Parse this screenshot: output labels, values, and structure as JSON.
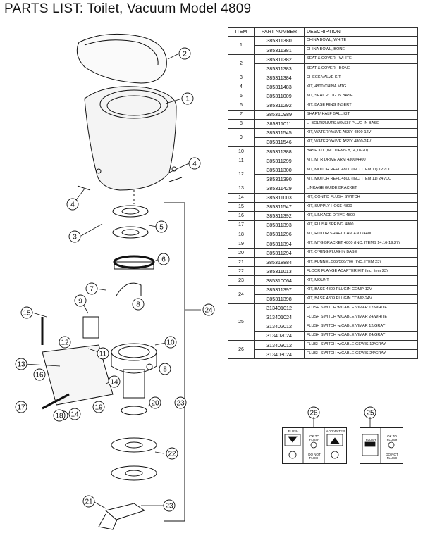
{
  "title": "PARTS LIST:  Toilet, Vacuum Model 4809",
  "table": {
    "headers": [
      "ITEM",
      "PART NUMBER",
      "DESCRIPTION"
    ],
    "groups": [
      {
        "item": "1",
        "rows": [
          [
            "385311380",
            "CHINA BOWL, WHITE"
          ],
          [
            "385311381",
            "CHINA BOWL, BONE"
          ]
        ]
      },
      {
        "item": "2",
        "rows": [
          [
            "385311382",
            "SEAT & COVER - WHITE"
          ],
          [
            "385311383",
            "SEAT & COVER - BONE"
          ]
        ]
      },
      {
        "item": "3",
        "rows": [
          [
            "385311384",
            "CHECK VALVE KIT"
          ]
        ]
      },
      {
        "item": "4",
        "rows": [
          [
            "385311483",
            "KIT, 4800 CHINA MTG"
          ]
        ]
      },
      {
        "item": "5",
        "rows": [
          [
            "385311009",
            "KIT, SEAL PLUG IN BASE"
          ]
        ]
      },
      {
        "item": "6",
        "rows": [
          [
            "385311292",
            "KIT, BASE RING INSERT"
          ]
        ]
      },
      {
        "item": "7",
        "rows": [
          [
            "385310989",
            "SHAFT/ HALF BALL KIT"
          ]
        ]
      },
      {
        "item": "8",
        "rows": [
          [
            "385311011",
            "L- BOLTS/NUTS /WASH/ PLUG IN BASE"
          ]
        ]
      },
      {
        "item": "9",
        "rows": [
          [
            "385311545",
            "KIT, WATER VALVE ASSY 4800-12V"
          ],
          [
            "385311546",
            "KIT, WATER VALVE ASSY 4800-24V"
          ]
        ]
      },
      {
        "item": "10",
        "rows": [
          [
            "385311388",
            "BASE KIT (INC ITEMS 8,14,18-20)"
          ]
        ]
      },
      {
        "item": "11",
        "rows": [
          [
            "385311299",
            "KIT, MTR DRIVE ARM 4300/4400"
          ]
        ]
      },
      {
        "item": "12",
        "rows": [
          [
            "385311300",
            "KIT, MOTOR REPL 4800 (INC. ITEM 11) 12VDC"
          ],
          [
            "385311390",
            "KIT, MOTOR REPL 4800 (INC. ITEM 11) 24VDC"
          ]
        ]
      },
      {
        "item": "13",
        "rows": [
          [
            "385311429",
            "LINKAGE GUIDE BRACKET"
          ]
        ]
      },
      {
        "item": "14",
        "rows": [
          [
            "385311003",
            "KIT, CONT'D FLUSH SWITCH"
          ]
        ]
      },
      {
        "item": "15",
        "rows": [
          [
            "385311547",
            "KIT, SUPPLY HOSE-4800"
          ]
        ]
      },
      {
        "item": "16",
        "rows": [
          [
            "385311392",
            "KIT, LINKAGE DRIVE 4800"
          ]
        ]
      },
      {
        "item": "17",
        "rows": [
          [
            "385311393",
            "KIT, FLUSH SPRING 4800"
          ]
        ]
      },
      {
        "item": "18",
        "rows": [
          [
            "385311296",
            "KIT, ROTOR SHAFT CAM 4300/4400"
          ]
        ]
      },
      {
        "item": "19",
        "rows": [
          [
            "385311394",
            "KIT, MTG BRACKET 4800 (INC. ITEMS 14,16-19,27)"
          ]
        ]
      },
      {
        "item": "20",
        "rows": [
          [
            "385311294",
            "KIT, O'RING PLUG-IN BASE"
          ]
        ]
      },
      {
        "item": "21",
        "rows": [
          [
            "385318884",
            "KIT, FUNNEL 505/506/706 (INC. ITEM 23)"
          ]
        ]
      },
      {
        "item": "22",
        "rows": [
          [
            "385311013",
            "FLOOR FLANGE ADAPTER KIT (inc. item 23)"
          ]
        ]
      },
      {
        "item": "23",
        "rows": [
          [
            "385310064",
            "KIT, MOUNT"
          ]
        ]
      },
      {
        "item": "24",
        "rows": [
          [
            "385311397",
            "KIT, BASE 4809 PLUGIN COMP-12V"
          ],
          [
            "385311398",
            "KIT, BASE 4809 PLUGIN COMP-24V"
          ]
        ]
      },
      {
        "item": "25",
        "rows": [
          [
            "313401012",
            "FLUSH SWITCH w/CABLE VIMAR 12/WHITE"
          ],
          [
            "313401024",
            "FLUSH SWITCH w/CABLE VIMAR 24/WHITE"
          ],
          [
            "313402012",
            "FLUSH SWITCH w/CABLE VIMAR 12/GRAY"
          ],
          [
            "313402024",
            "FLUSH SWITCH w/CABLE VIMAR 24/GRAY"
          ]
        ]
      },
      {
        "item": "26",
        "rows": [
          [
            "313403012",
            "FLUSH SWITCH w/CABLE GEWIS 12/GRAY"
          ],
          [
            "313403024",
            "FLUSH SWITCH w/CABLE GEWIS 24/GRAY"
          ]
        ]
      }
    ]
  },
  "callouts": [
    "1",
    "2",
    "3",
    "4",
    "4",
    "5",
    "6",
    "7",
    "8",
    "8",
    "9",
    "10",
    "11",
    "12",
    "13",
    "14",
    "14",
    "15",
    "16",
    "17",
    "18",
    "19",
    "20",
    "21",
    "22",
    "23",
    "23",
    "24",
    "26",
    "25"
  ],
  "switch26": {
    "flush": "FLUSH",
    "ok": "OK TO FLUSH",
    "donot": "DO NOT FLUSH",
    "add_water": "ADD WATER"
  },
  "switch25": {
    "ok": "OK TO FLUSH",
    "donot": "DO NOT FLUSH",
    "flush": "FLUSH"
  }
}
